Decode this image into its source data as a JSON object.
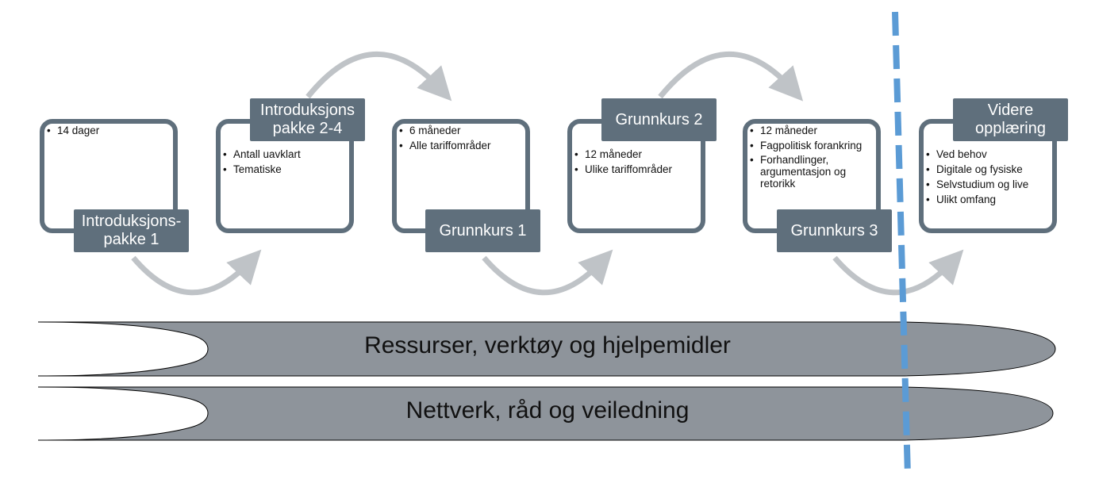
{
  "colors": {
    "stage_fill": "#5f6f7c",
    "arrow": "#bfc3c7",
    "band": "#8e949b",
    "divider": "#5b9bd5"
  },
  "stages": [
    {
      "title": "Introduksjons-\npakke 1",
      "bullets": [
        "14 dager"
      ]
    },
    {
      "title": "Introduksjons\npakke 2-4",
      "bullets": [
        "Antall uavklart",
        "Tematiske"
      ]
    },
    {
      "title": "Grunnkurs 1",
      "bullets": [
        "6 måneder",
        "Alle tariffområder"
      ]
    },
    {
      "title": "Grunnkurs 2",
      "bullets": [
        "12 måneder",
        "Ulike tariffområder"
      ]
    },
    {
      "title": "Grunnkurs 3",
      "bullets": [
        "12 måneder",
        "Fagpolitisk forankring",
        "Forhandlinger, argumentasjon og retorikk"
      ]
    },
    {
      "title": "Videre\nopplæring",
      "bullets": [
        "Ved behov",
        "Digitale og fysiske",
        "Selvstudium og live",
        "Ulikt omfang"
      ]
    }
  ],
  "bands": [
    {
      "label": "Ressurser, verktøy og hjelpemidler"
    },
    {
      "label": "Nettverk, råd og veiledning"
    }
  ]
}
